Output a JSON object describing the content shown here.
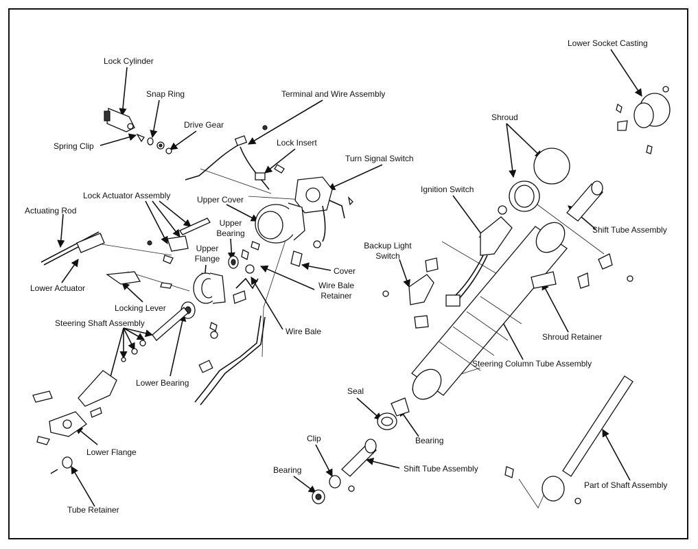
{
  "labels": {
    "lock_cylinder": "Lock Cylinder",
    "snap_ring": "Snap Ring",
    "terminal_wire": "Terminal and Wire Assembly",
    "drive_gear": "Drive Gear",
    "spring_clip": "Spring Clip",
    "lock_insert": "Lock Insert",
    "turn_signal": "Turn Signal Switch",
    "lower_socket": "Lower Socket Casting",
    "shroud": "Shroud",
    "ignition_switch": "Ignition Switch",
    "lock_actuator": "Lock Actuator Assembly",
    "upper_cover": "Upper Cover",
    "actuating_rod": "Actuating Rod",
    "upper_bearing_1": "Upper",
    "upper_bearing_2": "Bearing",
    "upper_flange_1": "Upper",
    "upper_flange_2": "Flange",
    "shift_tube_top": "Shift Tube Assembly",
    "backup_light_1": "Backup  Light",
    "backup_light_2": "Switch",
    "lower_actuator": "Lower Actuator",
    "cover": "Cover",
    "wire_bale_retainer_1": "Wire Bale",
    "wire_bale_retainer_2": "Retainer",
    "locking_lever": "Locking Lever",
    "steering_shaft": "Steering Shaft Assembly",
    "wire_bale": "Wire Bale",
    "shroud_retainer": "Shroud Retainer",
    "steering_column_tube": "Steering Column Tube Assembly",
    "lower_bearing": "Lower Bearing",
    "seal": "Seal",
    "bearing_mid": "Bearing",
    "lower_flange": "Lower Flange",
    "clip": "Clip",
    "shift_tube_bottom": "Shift Tube Assembly",
    "bearing_bottom": "Bearing",
    "part_of_shaft": "Part of Shaft Assembly",
    "tube_retainer": "Tube Retainer"
  }
}
